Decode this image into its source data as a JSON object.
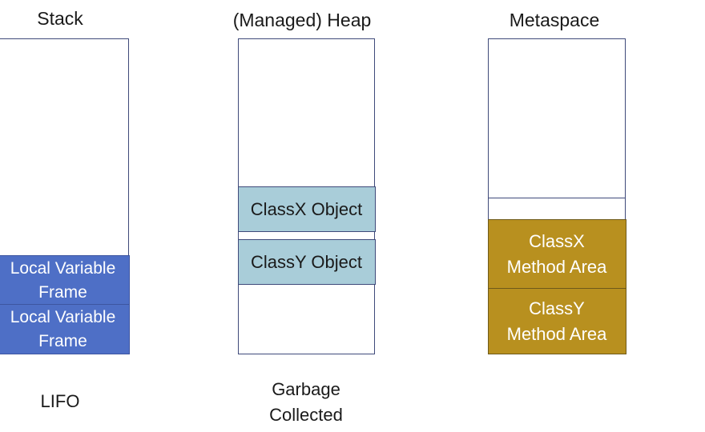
{
  "stack": {
    "title": "Stack",
    "frames": [
      "Local Variable\nFrame",
      "Local Variable\nFrame"
    ],
    "caption": "LIFO",
    "colors": {
      "frame_fill": "#4e6fc6"
    }
  },
  "heap": {
    "title": "(Managed) Heap",
    "objects": [
      "ClassX Object",
      "ClassY Object"
    ],
    "caption": "Garbage\nCollected",
    "colors": {
      "object_fill": "#a9cdd9"
    }
  },
  "metaspace": {
    "title": "Metaspace",
    "method_areas": [
      "ClassX\nMethod Area",
      "ClassY\nMethod Area"
    ],
    "colors": {
      "method_fill": "#b8901f"
    }
  }
}
